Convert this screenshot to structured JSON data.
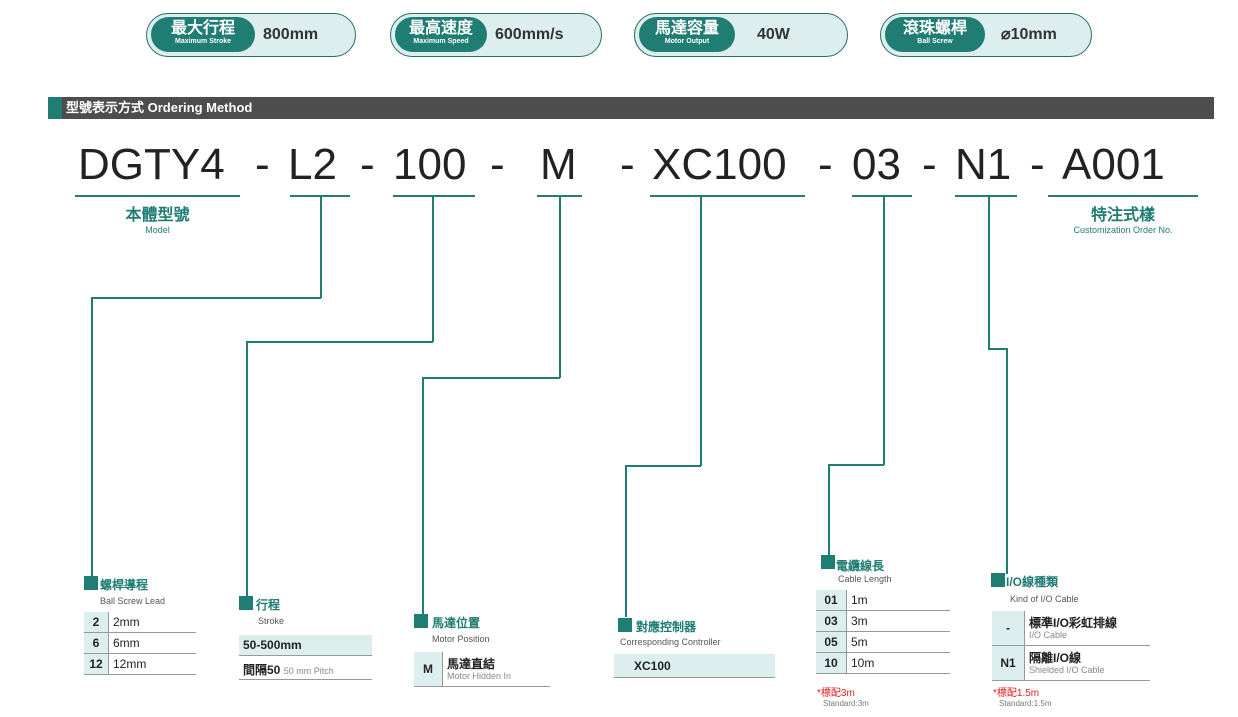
{
  "specs": [
    {
      "cn": "最大行程",
      "en": "Maximum Stroke",
      "value": "800mm"
    },
    {
      "cn": "最高速度",
      "en": "Maximum Speed",
      "value": "600mm/s"
    },
    {
      "cn": "馬達容量",
      "en": "Motor Output",
      "value": "40W"
    },
    {
      "cn": "滾珠螺桿",
      "en": "Ball Screw",
      "value": "⌀10mm"
    }
  ],
  "section_title": "型號表示方式 Ordering Method",
  "code": {
    "p1": "DGTY4",
    "d1": "-",
    "p2": "L2",
    "d2": "-",
    "p3": "100",
    "d3": "-",
    "p4": "M",
    "d4": "-",
    "p5": "XC100",
    "d5": "-",
    "p6": "03",
    "d6": "-",
    "p7": "N1",
    "d7": "-",
    "p8": "A001"
  },
  "model": {
    "cn": "本體型號",
    "en": "Model"
  },
  "custom": {
    "cn": "特注式樣",
    "en": "Customization Order No."
  },
  "lead": {
    "cn": "螺桿導程",
    "en": "Ball Screw Lead",
    "rows": [
      [
        "2",
        "2mm"
      ],
      [
        "6",
        "6mm"
      ],
      [
        "12",
        "12mm"
      ]
    ]
  },
  "stroke": {
    "cn": "行程",
    "en": "Stroke",
    "range": "50-500mm",
    "pitch_cn": "間隔50",
    "pitch_en": "50 mm Pitch"
  },
  "motor": {
    "cn": "馬達位置",
    "en": "Motor Position",
    "key": "M",
    "val_cn": "馬達直結",
    "val_en": "Motor Hidden In"
  },
  "controller": {
    "cn": "對應控制器",
    "en": "Corresponding Controller",
    "value": "XC100"
  },
  "cable": {
    "cn": "電纜線長",
    "en": "Cable Length",
    "rows": [
      [
        "01",
        "1m"
      ],
      [
        "03",
        "3m"
      ],
      [
        "05",
        "5m"
      ],
      [
        "10",
        "10m"
      ]
    ],
    "note": "*標配3m",
    "note_en": "Standard:3m"
  },
  "io": {
    "cn": "I/O線種類",
    "en": "Kind of I/O Cable",
    "rows": [
      {
        "k": "-",
        "cn": "標準I/O彩虹排線",
        "en": "I/O Cable"
      },
      {
        "k": "N1",
        "cn": "隔離I/O線",
        "en": "Shielded I/O Cable"
      }
    ],
    "note": "*標配1.5m",
    "note_en": "Standard:1.5m"
  },
  "colors": {
    "accent": "#1f7d73",
    "pill_bg": "#ddeeee",
    "bar": "#4d4d4d",
    "note": "#e02020"
  }
}
